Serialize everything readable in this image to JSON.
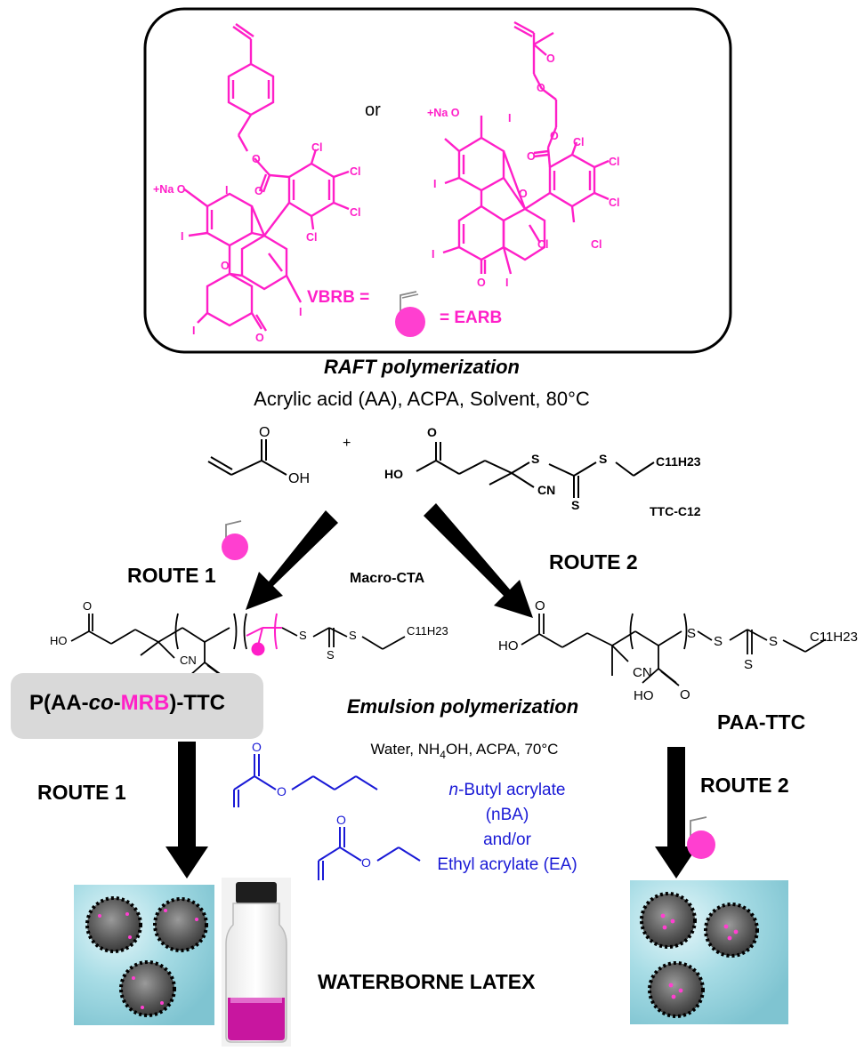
{
  "monomers": {
    "or_label": "or",
    "vbrb_label": "VBRB =",
    "earb_label": "= EARB",
    "cl": "Cl",
    "iodine": "I",
    "oxygen": "O",
    "na_o": "+Na O",
    "na_o_sup": "-"
  },
  "raft": {
    "title": "RAFT polymerization",
    "conditions": "Acrylic acid (AA), ACPA, Solvent, 80°C"
  },
  "reagents": {
    "plus": "+",
    "oh": "OH",
    "ho": "HO",
    "o": "O",
    "s": "S",
    "cn": "CN",
    "c11h23": "C11H23",
    "ttc_label": "TTC-C12"
  },
  "routes": {
    "route1_top": "ROUTE 1",
    "route2_top": "ROUTE 2",
    "macro_cta": "Macro-CTA",
    "route1_bottom": "ROUTE 1",
    "route2_bottom": "ROUTE 2"
  },
  "products": {
    "p_aa_co_mrb_prefix": "P(AA-",
    "p_aa_co_mrb_co": "co",
    "p_aa_co_mrb_dash": "-",
    "p_aa_co_mrb_mrb": "MRB",
    "p_aa_co_mrb_suffix": ")-TTC",
    "paa_ttc": "PAA-TTC"
  },
  "emulsion": {
    "title": "Emulsion polymerization",
    "conditions_prefix": "Water, NH",
    "conditions_sub": "4",
    "conditions_suffix": "OH, ACPA, 70°C",
    "nba_line1_prefix": "n",
    "nba_line1_suffix": "-Butyl acrylate",
    "nba_line2": "(nBA)",
    "and_or": "and/or",
    "ea": "Ethyl acrylate (EA)"
  },
  "latex": {
    "label": "WATERBORNE LATEX"
  },
  "colors": {
    "magenta": "#ff1fc8",
    "blue": "#1a1ad6",
    "black": "#000000",
    "pill_gray": "#d9d9d9"
  }
}
